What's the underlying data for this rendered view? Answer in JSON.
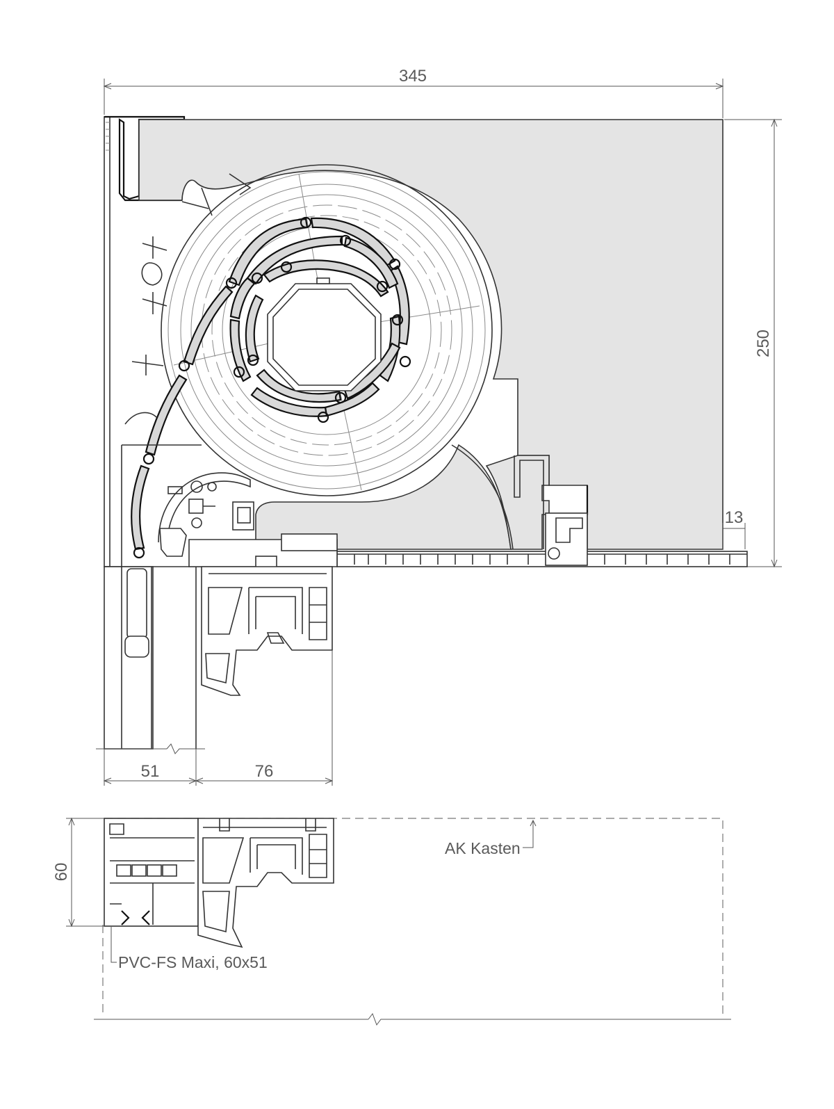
{
  "dimensions": {
    "box_width": "345",
    "box_height": "250",
    "side_offset": "13",
    "guide_width": "51",
    "frame_width": "76",
    "profile_height": "60"
  },
  "labels": {
    "kasten": "AK Kasten",
    "profile": "PVC-FS Maxi, 60x51"
  },
  "colors": {
    "box_fill": "#e4e4e4",
    "outline": "#333333",
    "text": "#5a5a5a"
  }
}
